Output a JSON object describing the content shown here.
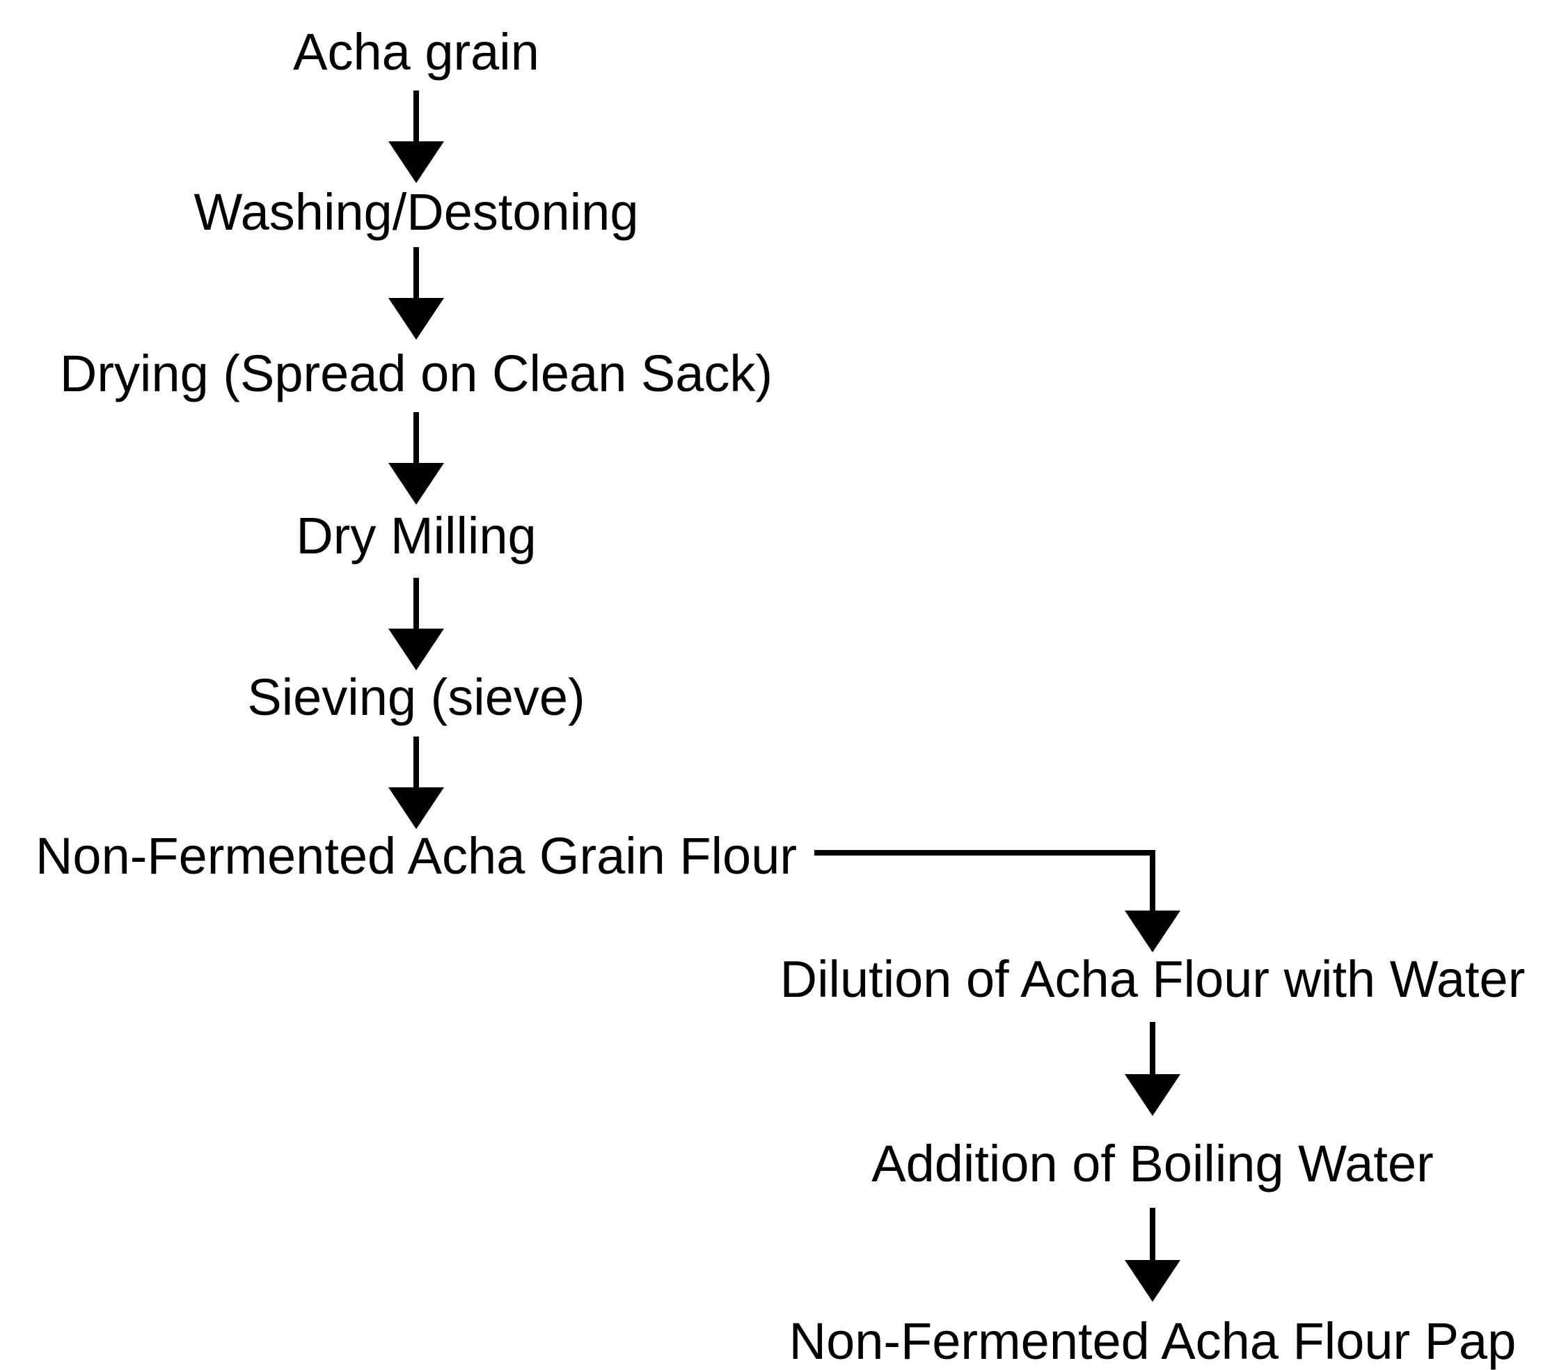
{
  "diagram": {
    "steps": [
      {
        "label": "Acha grain"
      },
      {
        "label": "Washing/Destoning"
      },
      {
        "label": "Drying (Spread on Clean Sack)"
      },
      {
        "label": "Dry Milling"
      },
      {
        "label": "Sieving (sieve)"
      },
      {
        "label": "Non-Fermented Acha Grain Flour"
      },
      {
        "label": "Dilution of Acha Flour with Water"
      },
      {
        "label": "Addition of Boiling Water"
      },
      {
        "label": "Non-Fermented Acha Flour Pap"
      }
    ],
    "arrow_color": "#000000",
    "text_color": "#000000"
  }
}
